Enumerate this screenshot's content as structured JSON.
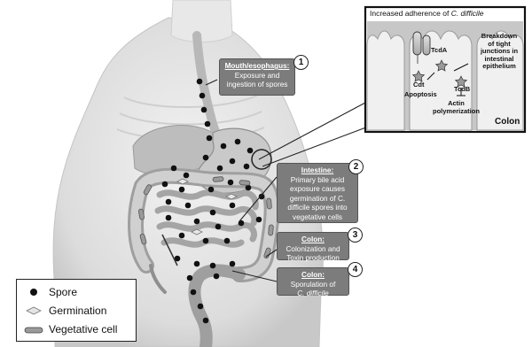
{
  "inset": {
    "caption_prefix": "Increased adherence of ",
    "caption_species": "C. difficile",
    "cdt_label": "Cdt",
    "tcda_label": "TcdA",
    "tcdb_label": "TcdB",
    "apoptosis_label": "Apoptosis",
    "actin_label_line1": "Actin",
    "actin_label_line2": "polymerization",
    "breakdown_lines": [
      "Breakdown",
      "of tight",
      "junctions in",
      "intestinal",
      "epithelium"
    ],
    "colon_tag": "Colon"
  },
  "callouts": [
    {
      "number": "1",
      "head": "Mouth/esophagus:",
      "body_lines": [
        "Exposure and",
        "ingestion of spores"
      ]
    },
    {
      "number": "2",
      "head": "Intestine:",
      "body_lines": [
        "Primary bile acid",
        "exposure causes",
        "germination of C.",
        "difficile spores into",
        "vegetative cells"
      ]
    },
    {
      "number": "3",
      "head": "Colon:",
      "body_lines": [
        "Colonization and",
        "Toxin production"
      ]
    },
    {
      "number": "4",
      "head": "Colon:",
      "body_lines": [
        "Sporulation of"
      ],
      "body_italic": "C. difficile"
    }
  ],
  "legend": {
    "items": [
      {
        "label": "Spore",
        "icon": "spore-icon"
      },
      {
        "label": "Germination",
        "icon": "germination-icon"
      },
      {
        "label": "Vegetative cell",
        "icon": "vegetative-cell-icon"
      }
    ]
  },
  "colors": {
    "callout_bg": "#7c7c7c",
    "spore": "#111111",
    "body": "#e6e6e6",
    "inset_bg": "#c7c7c7"
  }
}
